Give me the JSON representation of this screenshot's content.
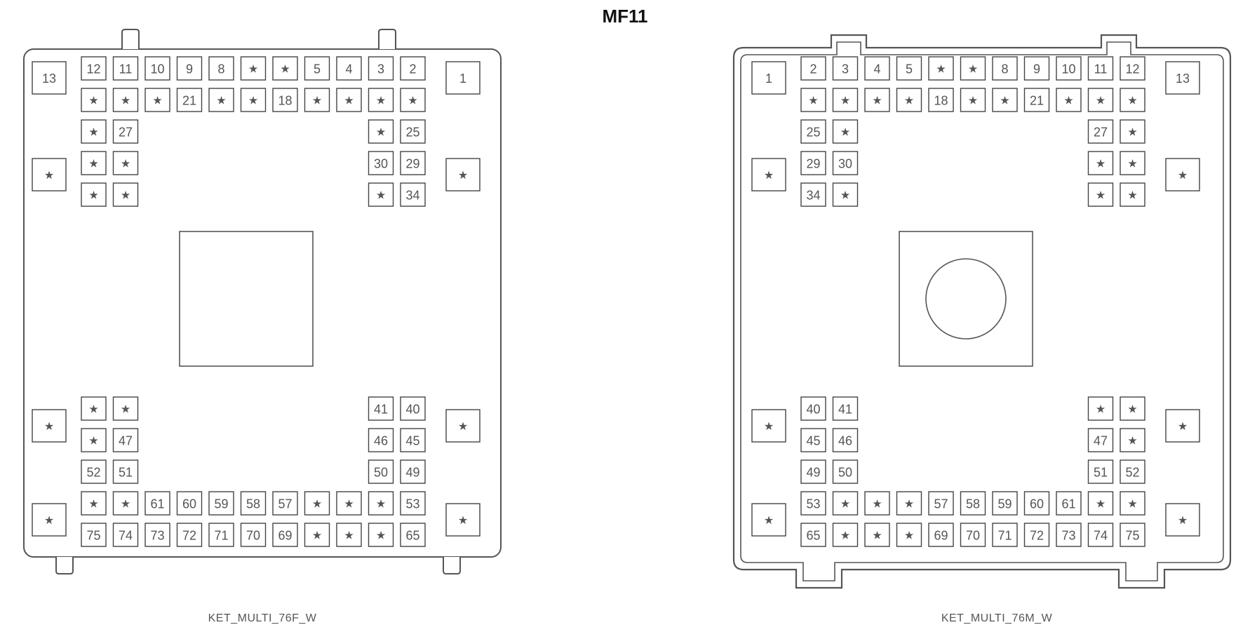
{
  "title": "MF11",
  "connectors": [
    {
      "id": "left",
      "caption": "KET_MULTI_76F_W",
      "corner_pins": {
        "top_left": "13",
        "top_right": "1",
        "left_upper": "★",
        "right_upper": "★",
        "left_lower": "★",
        "right_lower": "★",
        "left_bottom": "★",
        "right_bottom": "★"
      },
      "center_feature": "square",
      "row1": [
        "12",
        "11",
        "10",
        "9",
        "8",
        "★",
        "★",
        "5",
        "4",
        "3",
        "2"
      ],
      "row2": [
        "★",
        "★",
        "★",
        "21",
        "★",
        "★",
        "18",
        "★",
        "★",
        "★",
        "★"
      ],
      "upper_left_block": [
        [
          "★",
          "27"
        ],
        [
          "★",
          "★"
        ],
        [
          "★",
          "★"
        ]
      ],
      "upper_right_block": [
        [
          "★",
          "25"
        ],
        [
          "30",
          "29"
        ],
        [
          "★",
          "34"
        ]
      ],
      "lower_left_block": [
        [
          "★",
          "★"
        ],
        [
          "★",
          "47"
        ],
        [
          "52",
          "51"
        ]
      ],
      "lower_right_block": [
        [
          "41",
          "40"
        ],
        [
          "46",
          "45"
        ],
        [
          "50",
          "49"
        ]
      ],
      "row_b1": [
        "★",
        "★",
        "61",
        "60",
        "59",
        "58",
        "57",
        "★",
        "★",
        "★",
        "53"
      ],
      "row_b2": [
        "75",
        "74",
        "73",
        "72",
        "71",
        "70",
        "69",
        "★",
        "★",
        "★",
        "65"
      ]
    },
    {
      "id": "right",
      "caption": "KET_MULTI_76M_W",
      "corner_pins": {
        "top_left": "1",
        "top_right": "13",
        "left_upper": "★",
        "right_upper": "★",
        "left_lower": "★",
        "right_lower": "★",
        "left_bottom": "★",
        "right_bottom": "★"
      },
      "center_feature": "square-with-circle",
      "row1": [
        "2",
        "3",
        "4",
        "5",
        "★",
        "★",
        "8",
        "9",
        "10",
        "11",
        "12"
      ],
      "row2": [
        "★",
        "★",
        "★",
        "★",
        "18",
        "★",
        "★",
        "21",
        "★",
        "★",
        "★"
      ],
      "upper_left_block": [
        [
          "25",
          "★"
        ],
        [
          "29",
          "30"
        ],
        [
          "34",
          "★"
        ]
      ],
      "upper_right_block": [
        [
          "27",
          "★"
        ],
        [
          "★",
          "★"
        ],
        [
          "★",
          "★"
        ]
      ],
      "lower_left_block": [
        [
          "40",
          "41"
        ],
        [
          "45",
          "46"
        ],
        [
          "49",
          "50"
        ]
      ],
      "lower_right_block": [
        [
          "★",
          "★"
        ],
        [
          "47",
          "★"
        ],
        [
          "51",
          "52"
        ]
      ],
      "row_b1": [
        "53",
        "★",
        "★",
        "★",
        "57",
        "58",
        "59",
        "60",
        "61",
        "★",
        "★"
      ],
      "row_b2": [
        "65",
        "★",
        "★",
        "★",
        "69",
        "70",
        "71",
        "72",
        "73",
        "74",
        "75"
      ]
    }
  ]
}
